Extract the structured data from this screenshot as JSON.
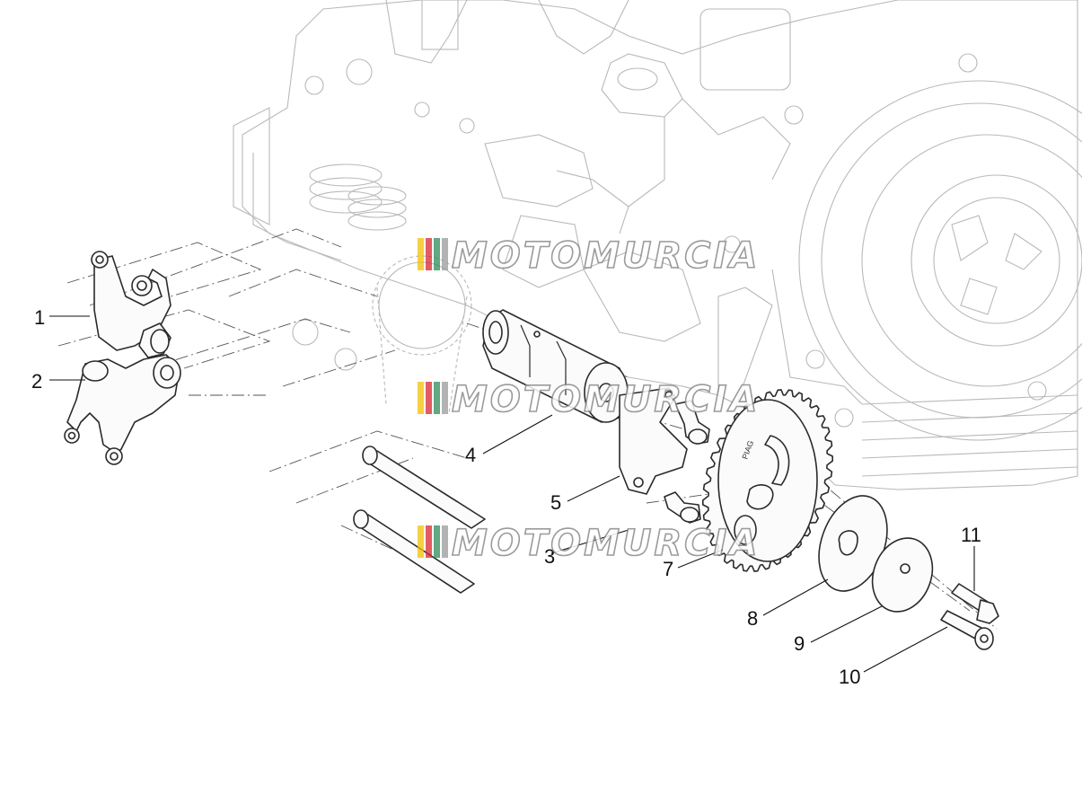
{
  "watermark": {
    "text": "MOTOMURCIA",
    "stripe_colors": [
      "#f2c200",
      "#d8262e",
      "#2e8b57",
      "#9a9a9a"
    ]
  },
  "callouts": [
    {
      "id": "1",
      "label": "1"
    },
    {
      "id": "2",
      "label": "2"
    },
    {
      "id": "3",
      "label": "3"
    },
    {
      "id": "4",
      "label": "4"
    },
    {
      "id": "5",
      "label": "5"
    },
    {
      "id": "7",
      "label": "7"
    },
    {
      "id": "8",
      "label": "8"
    },
    {
      "id": "9",
      "label": "9"
    },
    {
      "id": "10",
      "label": "10"
    },
    {
      "id": "11",
      "label": "11"
    }
  ],
  "sprocket_marking": "PIAG",
  "icons": {
    "rocker_arm": "rocker-arm-icon",
    "camshaft": "camshaft-icon",
    "sprocket": "sprocket-icon",
    "bolt": "bolt-icon"
  }
}
